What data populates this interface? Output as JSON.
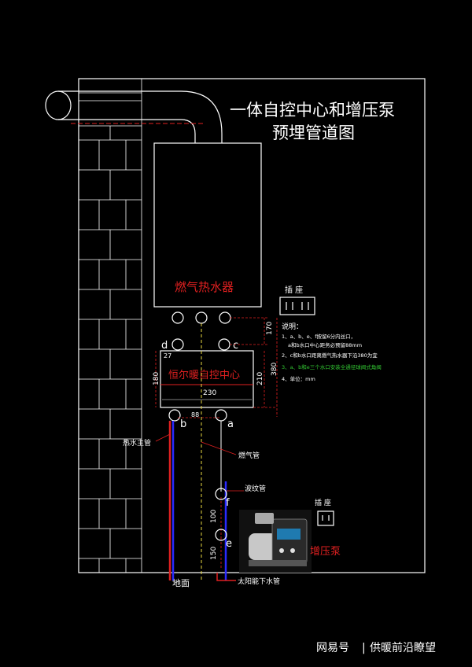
{
  "title": {
    "line1": "一体自控中心和增压泵",
    "line2": "预埋管道图"
  },
  "heater": {
    "label": "燃气热水器"
  },
  "control_center": {
    "label": "恒尔暖自控中心"
  },
  "socket_top": {
    "label": "插  座"
  },
  "socket_bottom": {
    "label": "插  座"
  },
  "notes": {
    "heading": "说明：",
    "items": [
      "1、a、b、e、f按留6分内丝口，",
      "a和b水口中心距务必预留88mm",
      "2、c和b水口距离燃气热水器下沿380为宜",
      "3、a、b和e三个水口安装全通径球阀式角阀",
      "4、单位：mm"
    ]
  },
  "dimensions": {
    "d170": "170",
    "d380": "380",
    "d210": "210",
    "d180": "180",
    "d27": "27",
    "d230": "230",
    "d88": "88",
    "d100": "100",
    "d150": "150"
  },
  "ports": {
    "a": "a",
    "b": "b",
    "c": "c",
    "d": "d",
    "e": "e",
    "f": "f"
  },
  "pipes": {
    "hot_main": "热水主管",
    "gas": "燃气管",
    "corrugated": "波纹管",
    "solar": "太阳能下水管",
    "ground": "地面"
  },
  "pump": {
    "label": "增压泵"
  },
  "watermark": {
    "brand": "网易号",
    "separator": "|",
    "account": "供暖前沿瞭望"
  },
  "colors": {
    "red": "#e02020",
    "green": "#32c832",
    "blue": "#2a2aff",
    "yellow": "#e8d840",
    "background": "#000000"
  }
}
